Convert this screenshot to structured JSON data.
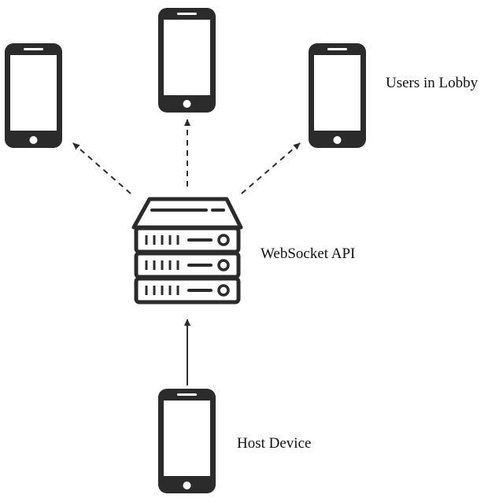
{
  "labels": {
    "users_in_lobby": "Users in Lobby",
    "websocket_api": "WebSocket API",
    "host_device": "Host Device"
  },
  "colors": {
    "ink": "#2b2b2b",
    "screen": "#ffffff",
    "background": "#ffffff"
  },
  "icons": {
    "lobby_devices": [
      "smartphone-icon",
      "smartphone-icon",
      "smartphone-icon"
    ],
    "server": "server-rack-icon",
    "host": "smartphone-icon"
  },
  "connections": [
    {
      "from": "host-device",
      "to": "websocket-api",
      "style": "solid"
    },
    {
      "from": "websocket-api",
      "to": "lobby-device-left",
      "style": "dashed"
    },
    {
      "from": "websocket-api",
      "to": "lobby-device-center",
      "style": "dashed"
    },
    {
      "from": "websocket-api",
      "to": "lobby-device-right",
      "style": "dashed"
    }
  ]
}
